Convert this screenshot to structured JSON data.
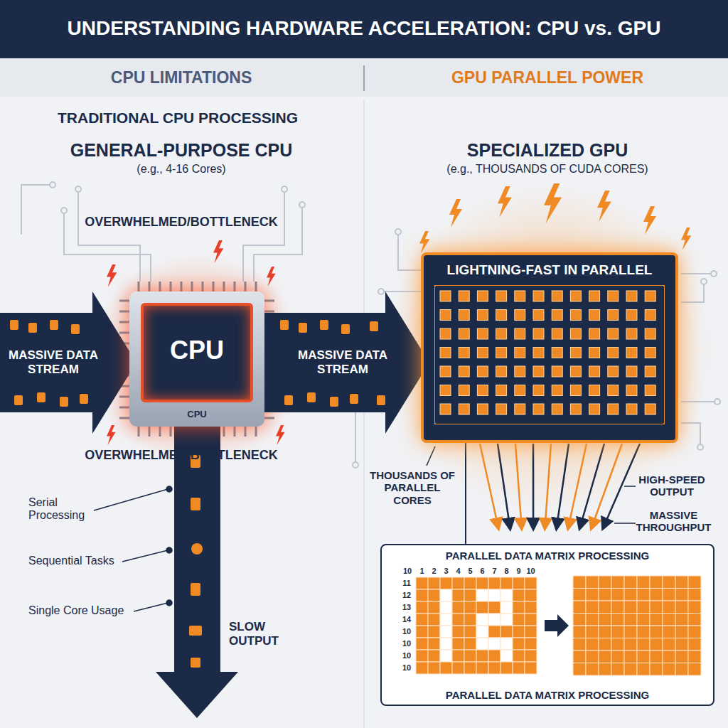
{
  "diagram": {
    "title": "UNDERSTANDING HARDWARE ACCELERATION: CPU vs. GPU",
    "nodes": [
      {
        "text": [
          "MASSIVE DATA STREAM"
        ]
      },
      {
        "text": [
          "CPU",
          "CPU"
        ]
      },
      {
        "text": [
          "MASSIVE DATA STREAM"
        ]
      },
      {
        "text": [
          "LIGHTNING-FAST IN PARALLEL"
        ]
      },
      {
        "text": [
          "PARALLEL DATA MATRIX PROCESSING",
          "PARALLEL DATA MATRIX PROCESSING"
        ]
      }
    ],
    "edges": [
      {
        "from": 3,
        "to": 4,
        "arrow": "none"
      }
    ],
    "labels": [
      "CPU LIMITATIONS",
      "GPU PARALLEL POWER",
      "TRADITIONAL CPU PROCESSING",
      "GENERAL-PURPOSE CPU",
      "(e.g., 4-16 Cores)",
      "SPECIALIZED GPU",
      "(e.g., THOUSANDS OF CUDA CORES)",
      "OVERWHELMED/BOTTLENECK",
      "OVERWHELMED/BOTTLENECK",
      "Serial Processing",
      "Sequential Tasks",
      "Single Core Usage",
      "SLOW OUTPUT",
      "THOUSANDS OF PARALLEL CORES",
      "HIGH-SPEED OUTPUT",
      "MASSIVE THROUGHPUT",
      "10",
      "1",
      "2",
      "3",
      "4",
      "5",
      "6",
      "7",
      "8",
      "9",
      "10",
      "11",
      "12",
      "13",
      "14",
      "10",
      "10",
      "10",
      "10"
    ]
  }
}
